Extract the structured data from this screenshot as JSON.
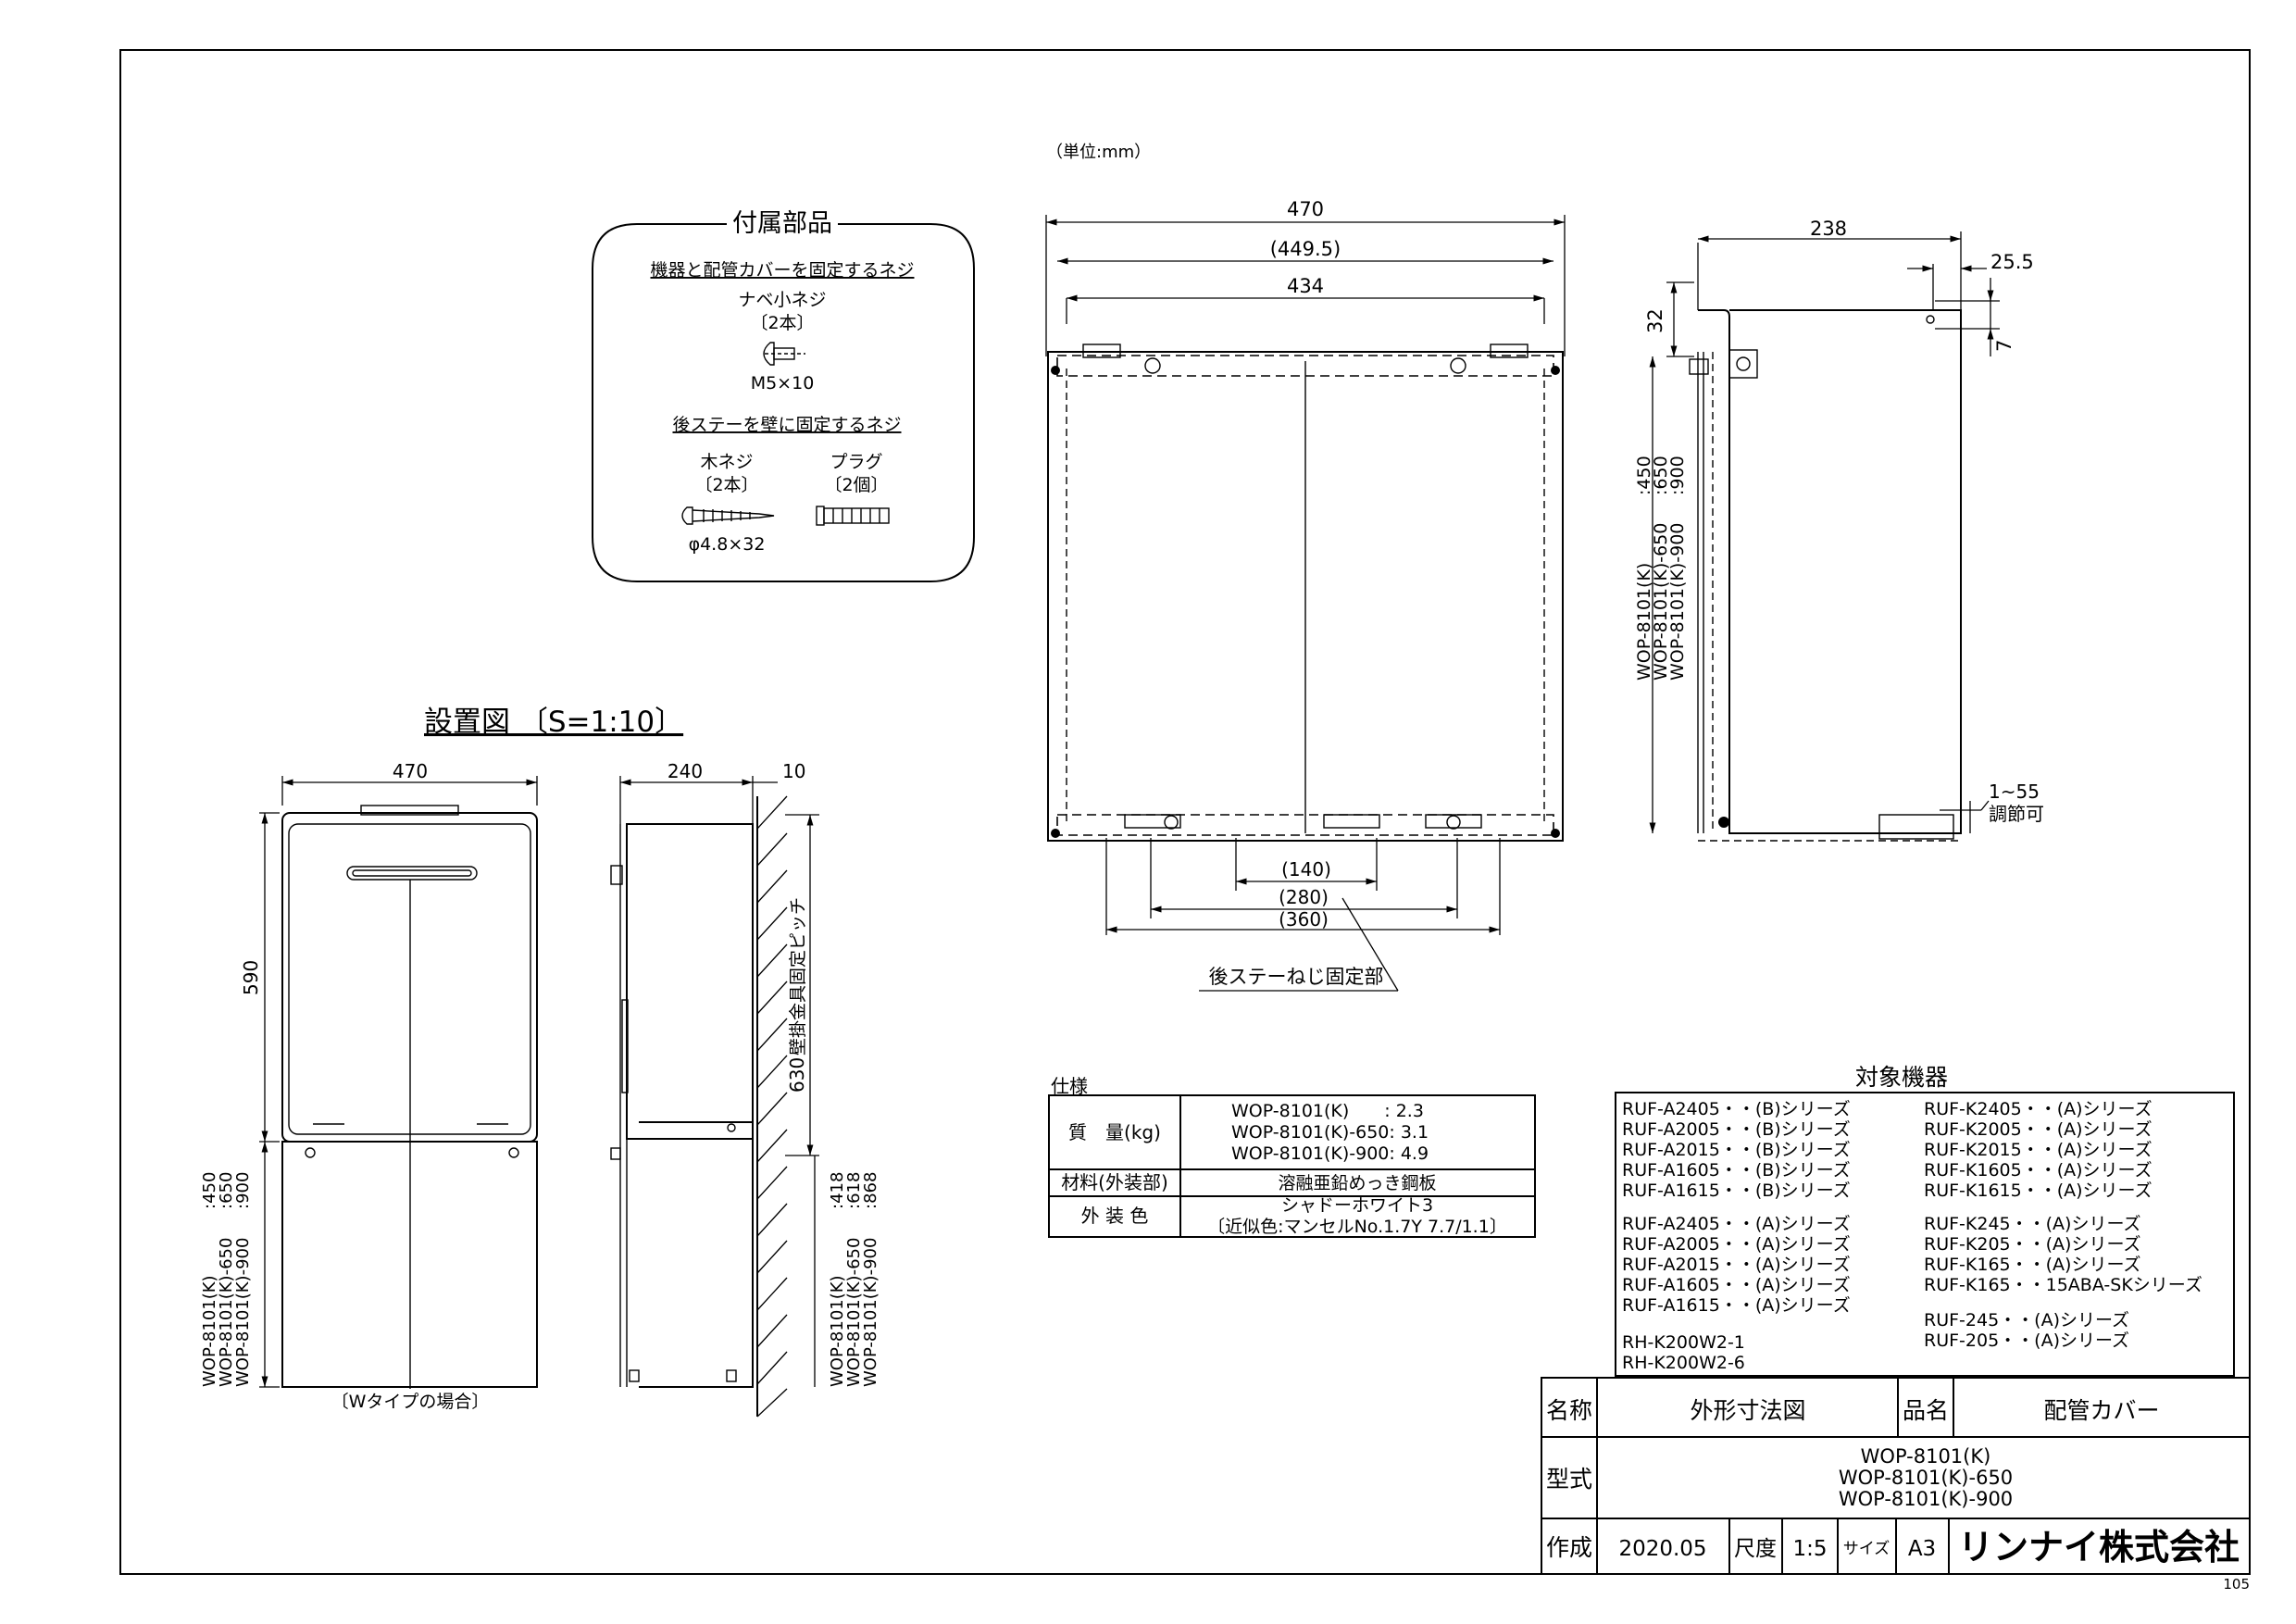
{
  "unit_note": "（単位:mm）",
  "accessories": {
    "title": "付属部品",
    "screw_heading_1": "機器と配管カバーを固定するネジ",
    "pan_screw_name": "ナベ小ネジ",
    "pan_screw_qty": "〔2本〕",
    "pan_screw_size": "M5×10",
    "screw_heading_2": "後ステーを壁に固定するネジ",
    "wood_screw_name": "木ネジ",
    "wood_screw_qty": "〔2本〕",
    "plug_name": "プラグ",
    "plug_qty": "〔2個〕",
    "wood_screw_size": "φ4.8×32"
  },
  "install_view": {
    "title": "設置図 〔S=1:10〕",
    "front_width": "470",
    "front_height": "590",
    "front_caption": "〔Wタイプの場合〕",
    "side_depth": "240",
    "side_gap": "10",
    "side_pitch": "630",
    "side_pitch_label": "壁掛金具固定ピッチ",
    "front_models": [
      "WOP-8101(K)",
      "WOP-8101(K)-650",
      "WOP-8101(K)-900"
    ],
    "front_values": [
      ":450",
      ":650",
      ":900"
    ],
    "side_models": [
      "WOP-8101(K)",
      "WOP-8101(K)-650",
      "WOP-8101(K)-900"
    ],
    "side_values": [
      ":418",
      ":618",
      ":868"
    ]
  },
  "main_view": {
    "w_470": "470",
    "w_449": "(449.5)",
    "w_434": "434",
    "p_140": "(140)",
    "p_280": "(280)",
    "p_360": "(360)",
    "stay_label": "後ステーねじ固定部",
    "height_models": [
      "WOP-8101(K)",
      "WOP-8101(K)-650",
      "WOP-8101(K)-900"
    ],
    "height_values": [
      ":450",
      ":650",
      ":900"
    ]
  },
  "side_view": {
    "depth": "238",
    "offset": "25.5",
    "top_32": "32",
    "top_7": "7",
    "adjust_range": "1~55",
    "adjust_label": "調節可"
  },
  "spec": {
    "title": "仕様",
    "mass_label": "質　量(kg)",
    "mass_rows": [
      "WOP-8101(K)　　: 2.3",
      "WOP-8101(K)-650: 3.1",
      "WOP-8101(K)-900: 4.9"
    ],
    "material_label": "材料(外装部)",
    "material_value": "溶融亜鉛めっき鋼板",
    "color_label": "外 装 色",
    "color_value_1": "シャドーホワイト3",
    "color_value_2": "〔近似色:マンセルNo.1.7Y 7.7/1.1〕"
  },
  "target": {
    "title": "対象機器",
    "left_groups": [
      [
        "RUF-A2405・・(B)シリーズ",
        "RUF-A2005・・(B)シリーズ",
        "RUF-A2015・・(B)シリーズ",
        "RUF-A1605・・(B)シリーズ",
        "RUF-A1615・・(B)シリーズ"
      ],
      [
        "RUF-A2405・・(A)シリーズ",
        "RUF-A2005・・(A)シリーズ",
        "RUF-A2015・・(A)シリーズ",
        "RUF-A1605・・(A)シリーズ",
        "RUF-A1615・・(A)シリーズ"
      ],
      [
        "RH-K200W2-1",
        "RH-K200W2-6"
      ]
    ],
    "right_groups": [
      [
        "RUF-K2405・・(A)シリーズ",
        "RUF-K2005・・(A)シリーズ",
        "RUF-K2015・・(A)シリーズ",
        "RUF-K1605・・(A)シリーズ",
        "RUF-K1615・・(A)シリーズ"
      ],
      [
        "RUF-K245・・(A)シリーズ",
        "RUF-K205・・(A)シリーズ",
        "RUF-K165・・(A)シリーズ",
        "RUF-K165・・15ABA-SKシリーズ"
      ],
      [
        "RUF-245・・(A)シリーズ",
        "RUF-205・・(A)シリーズ"
      ]
    ]
  },
  "title_block": {
    "name_label": "名称",
    "name_value": "外形寸法図",
    "product_label": "品名",
    "product_value": "配管カバー",
    "model_label": "型式",
    "model_values": [
      "WOP-8101(K)",
      "WOP-8101(K)-650",
      "WOP-8101(K)-900"
    ],
    "made_label": "作成",
    "made_value": "2020.05",
    "scale_label": "尺度",
    "scale_value": "1:5",
    "size_label": "サイズ",
    "size_value": "A3",
    "company": "リンナイ株式会社"
  },
  "sheet_code": "105"
}
